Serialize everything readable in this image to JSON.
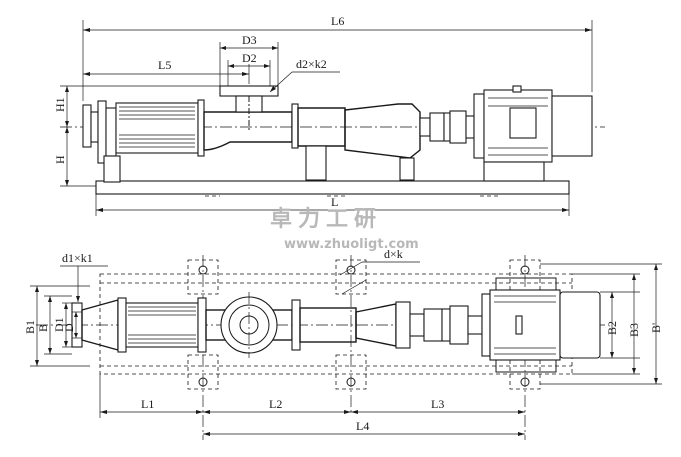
{
  "colors": {
    "line": "#1a1a1a",
    "watermark": "#b8b8b8",
    "background": "#ffffff"
  },
  "watermark": {
    "logo_text": "卓力工研",
    "url": "www.zhuoligt.com"
  },
  "side_view": {
    "labels": {
      "L6": "L6",
      "L5": "L5",
      "L": "L",
      "D3": "D3",
      "D2": "D2",
      "d2k2": "d2×k2",
      "H1": "H1",
      "H": "H"
    }
  },
  "top_view": {
    "labels": {
      "d1k1": "d1×k1",
      "dk": "d×k",
      "B1": "B1",
      "B": "B",
      "D1": "D1",
      "D": "D",
      "B2": "B2",
      "B3": "B3",
      "Bprime": "B'",
      "L1": "L1",
      "L2": "L2",
      "L3": "L3",
      "L4": "L4"
    }
  }
}
